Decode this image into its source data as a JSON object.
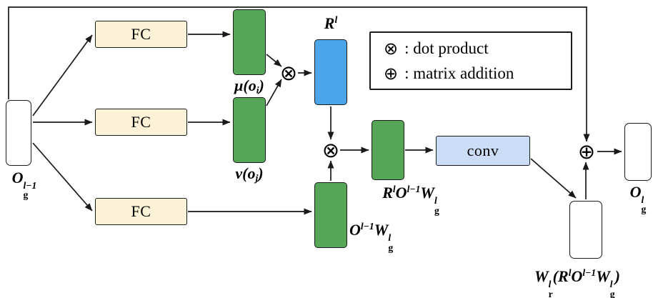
{
  "blocks": {
    "fc_label": "FC",
    "conv_label": "conv"
  },
  "labels": {
    "input": [
      {
        "t": "O",
        "k": "b"
      },
      {
        "t": "l−1|g",
        "k": "ss"
      }
    ],
    "mu": [
      {
        "t": "μ(",
        "k": "b"
      },
      {
        "t": "o",
        "k": "b"
      },
      {
        "t": "i",
        "k": "subi"
      },
      {
        "t": ")",
        "k": "b"
      }
    ],
    "v": [
      {
        "t": "v(",
        "k": "b"
      },
      {
        "t": "o",
        "k": "b"
      },
      {
        "t": "j",
        "k": "subi"
      },
      {
        "t": ")",
        "k": "b"
      }
    ],
    "r": [
      {
        "t": "R",
        "k": "b"
      },
      {
        "t": "l",
        "k": "sup"
      }
    ],
    "ow": [
      {
        "t": "O",
        "k": "b"
      },
      {
        "t": "l−1",
        "k": "sup"
      },
      {
        "t": "W",
        "k": "b"
      },
      {
        "t": "l|g",
        "k": "ss"
      }
    ],
    "row": [
      {
        "t": "R",
        "k": "b"
      },
      {
        "t": "l",
        "k": "sup"
      },
      {
        "t": "O",
        "k": "b"
      },
      {
        "t": "l−1",
        "k": "sup"
      },
      {
        "t": "W",
        "k": "b"
      },
      {
        "t": "l|g",
        "k": "ss"
      }
    ],
    "wr": [
      {
        "t": "W",
        "k": "b"
      },
      {
        "t": "l|r",
        "k": "ss"
      },
      {
        "t": "(",
        "k": "b"
      },
      {
        "t": "R",
        "k": "b"
      },
      {
        "t": "l",
        "k": "sup"
      },
      {
        "t": "O",
        "k": "b"
      },
      {
        "t": "l−1",
        "k": "sup"
      },
      {
        "t": "W",
        "k": "b"
      },
      {
        "t": "l|g",
        "k": "ss"
      },
      {
        "t": ")",
        "k": "b"
      }
    ],
    "output": [
      {
        "t": "O",
        "k": "b"
      },
      {
        "t": "l|g",
        "k": "ss"
      }
    ]
  },
  "operators": {
    "dot_product": "⊗",
    "matrix_addition": "⊕"
  },
  "legend": {
    "rows": [
      {
        "symbol": "⊗",
        "text": ": dot product"
      },
      {
        "symbol": "⊕",
        "text": ": matrix addition"
      }
    ]
  },
  "colors": {
    "green": "#55a757",
    "blue": "#4ca5e9",
    "fc_fill": "#fcf2d8",
    "conv_fill": "#cbdcf6",
    "border": "#1a1a1a"
  }
}
